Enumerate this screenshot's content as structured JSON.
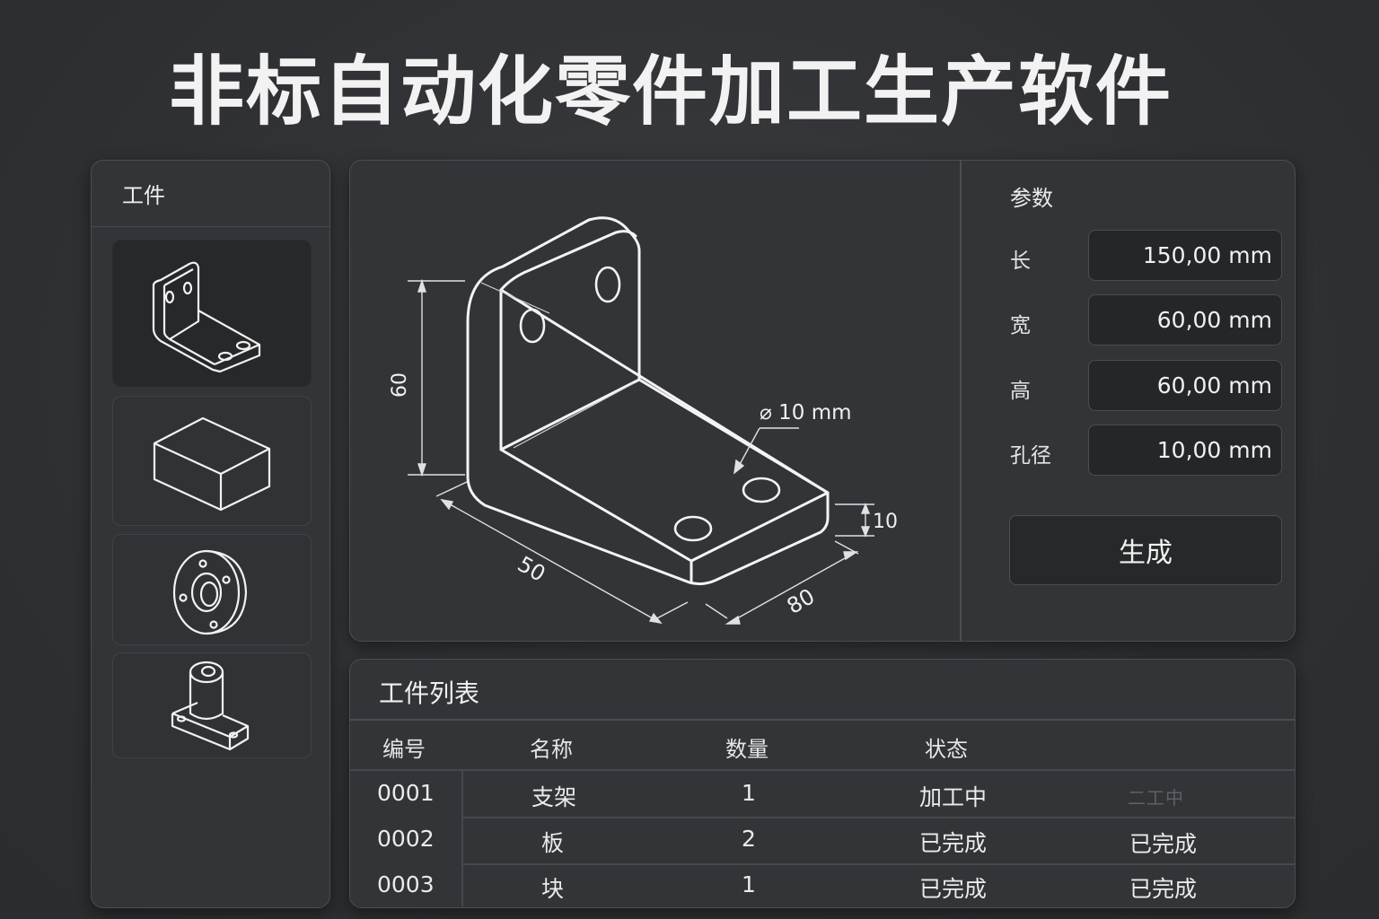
{
  "app": {
    "title": "非标自动化零件加工生产软件"
  },
  "sidebar": {
    "header": "工件",
    "items": [
      {
        "icon": "l-bracket-icon",
        "selected": true
      },
      {
        "icon": "block-icon",
        "selected": false
      },
      {
        "icon": "flange-disc-icon",
        "selected": false
      },
      {
        "icon": "shaft-base-icon",
        "selected": false
      }
    ]
  },
  "viewer": {
    "dimensions": {
      "height": "60",
      "length": "50",
      "width": "80",
      "thickness": "10",
      "hole": "⌀ 10 mm"
    }
  },
  "params": {
    "title": "参数",
    "fields": [
      {
        "label": "长",
        "value": "150,00 mm"
      },
      {
        "label": "宽",
        "value": "60,00 mm"
      },
      {
        "label": "高",
        "value": "60,00 mm"
      },
      {
        "label": "孔径",
        "value": "10,00 mm"
      }
    ],
    "generate_label": "生成"
  },
  "table": {
    "title": "工件列表",
    "headers": [
      "编号",
      "名称",
      "数量",
      "状态"
    ],
    "rows": [
      {
        "id": "0001",
        "name": "支架",
        "qty": "1",
        "status": "加工中",
        "extra": "二工中"
      },
      {
        "id": "0002",
        "name": "板",
        "qty": "2",
        "status": "已完成",
        "extra": "已完成"
      },
      {
        "id": "0003",
        "name": "块",
        "qty": "1",
        "status": "已完成",
        "extra": "已完成"
      }
    ]
  },
  "colors": {
    "background": "#2e3033",
    "panel": "#323437",
    "border": "#4b4e52",
    "input": "#242628",
    "text": "#eceeef"
  }
}
